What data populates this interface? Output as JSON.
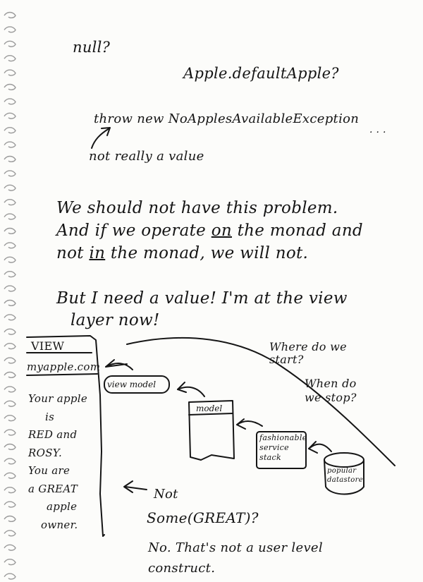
{
  "note": {
    "top": {
      "null_q": "null?",
      "default_apple": "Apple.defaultApple?",
      "throw_line": "throw new NoApplesAvailableException",
      "ellipsis": ". . .",
      "not_value": "not really a value"
    },
    "paragraph1": {
      "line1": "We should not have this problem.",
      "line2a": "And if we operate",
      "line2_on": "on",
      "line2b": "the monad and",
      "line3a": "not",
      "line3_in": "in",
      "line3b": "the monad, we will not."
    },
    "paragraph2": {
      "line1": "But I need a value! I'm at the view",
      "line2": "layer now!"
    },
    "diagram": {
      "view_title": "VIEW",
      "url": "myapple.com",
      "lines": [
        "Your apple",
        "is",
        "RED and",
        "ROSY.",
        "You are",
        "a GREAT",
        "apple",
        "owner."
      ],
      "view_model": "view model",
      "model": "model",
      "service_stack": [
        "fashionable",
        "service",
        "stack"
      ],
      "datastore": [
        "popular",
        "datastore"
      ],
      "q_start": [
        "Where do we",
        "start?"
      ],
      "q_stop": [
        "When do",
        "we stop?"
      ]
    },
    "bottom": {
      "not": "Not",
      "some_great": "Some(GREAT)?",
      "no1": "No. That's not a user level",
      "no2": "construct."
    }
  }
}
